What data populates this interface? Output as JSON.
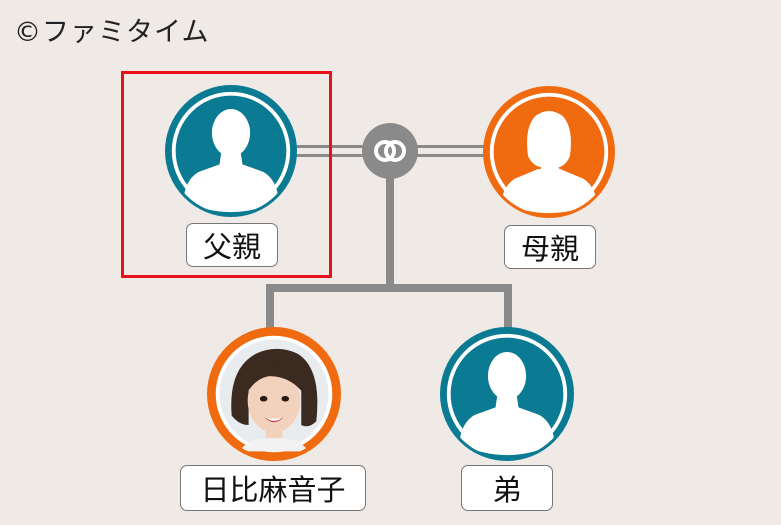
{
  "copyright": "©ファミタイム",
  "colors": {
    "male_blue": "#0b7a93",
    "female_orange": "#f06a10",
    "connector_gray": "#8a8a8a",
    "highlight_red": "#e8101a",
    "background": "#efeae6"
  },
  "members": {
    "father": {
      "label": "父親",
      "icon": "male-silhouette-icon"
    },
    "mother": {
      "label": "母親",
      "icon": "female-silhouette-icon"
    },
    "self": {
      "label": "日比麻音子",
      "icon": "portrait-photo"
    },
    "brother": {
      "label": "弟",
      "icon": "male-silhouette-icon"
    }
  },
  "link_icon": "marriage-rings-icon"
}
